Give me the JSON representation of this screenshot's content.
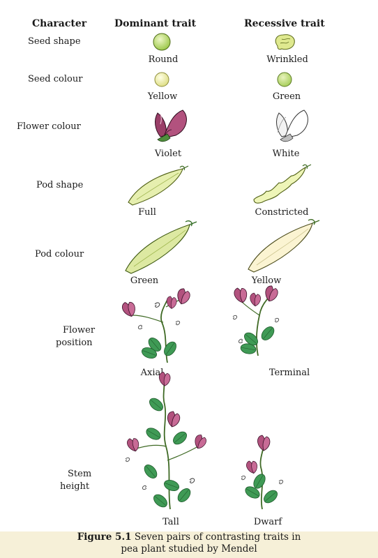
{
  "headers": {
    "character": "Character",
    "dominant": "Dominant trait",
    "recessive": "Recessive trait"
  },
  "rows": [
    {
      "character": "Seed shape",
      "dominant": "Round",
      "recessive": "Wrinkled"
    },
    {
      "character": "Seed colour",
      "dominant": "Yellow",
      "recessive": "Green"
    },
    {
      "character": "Flower colour",
      "dominant": "Violet",
      "recessive": "White"
    },
    {
      "character": "Pod shape",
      "dominant": "Full",
      "recessive": "Constricted"
    },
    {
      "character": "Pod colour",
      "dominant": "Green",
      "recessive": "Yellow"
    },
    {
      "character_line1": "Flower",
      "character_line2": "position",
      "dominant": "Axial",
      "recessive": "Terminal"
    },
    {
      "character_line1": "Stem",
      "character_line2": "height",
      "dominant": "Tall",
      "recessive": "Dwarf"
    }
  ],
  "caption": {
    "figure": "Figure 5.1",
    "line1": "Seven pairs of contrasting traits in",
    "line2": "pea plant studied by Mendel"
  },
  "colors": {
    "violet": "#b2527e",
    "leaf": "#3f9a55",
    "seed_green": "#b6d86a",
    "seed_yellow": "#f0efa2",
    "pod_green": "#e8f0b0",
    "pod_yellow": "#fbf4d2",
    "caption_bg": "#f6f0d8"
  }
}
